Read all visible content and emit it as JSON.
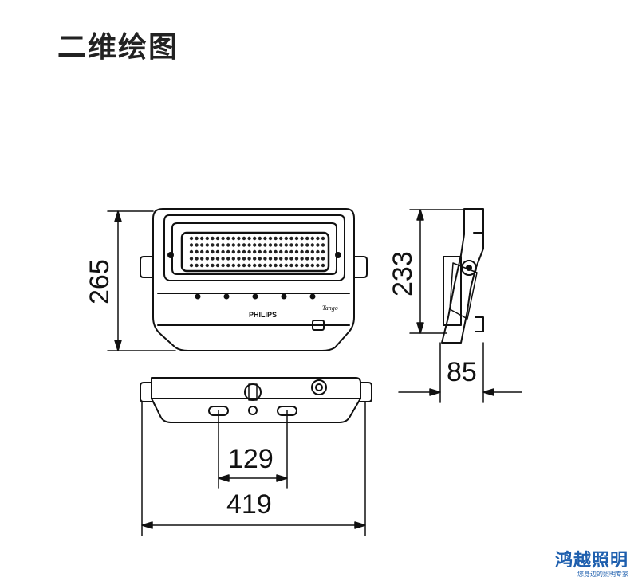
{
  "title": "二维绘图",
  "dimensions": {
    "height_total": "265",
    "height_side": "233",
    "depth": "85",
    "mount_spacing": "129",
    "width_total": "419"
  },
  "labels": {
    "logo": "PHILIPS",
    "model": "Tango"
  },
  "brand": {
    "name": "鸿越照明",
    "tagline": "您身边的照明专家",
    "color": "#1e5fae"
  }
}
